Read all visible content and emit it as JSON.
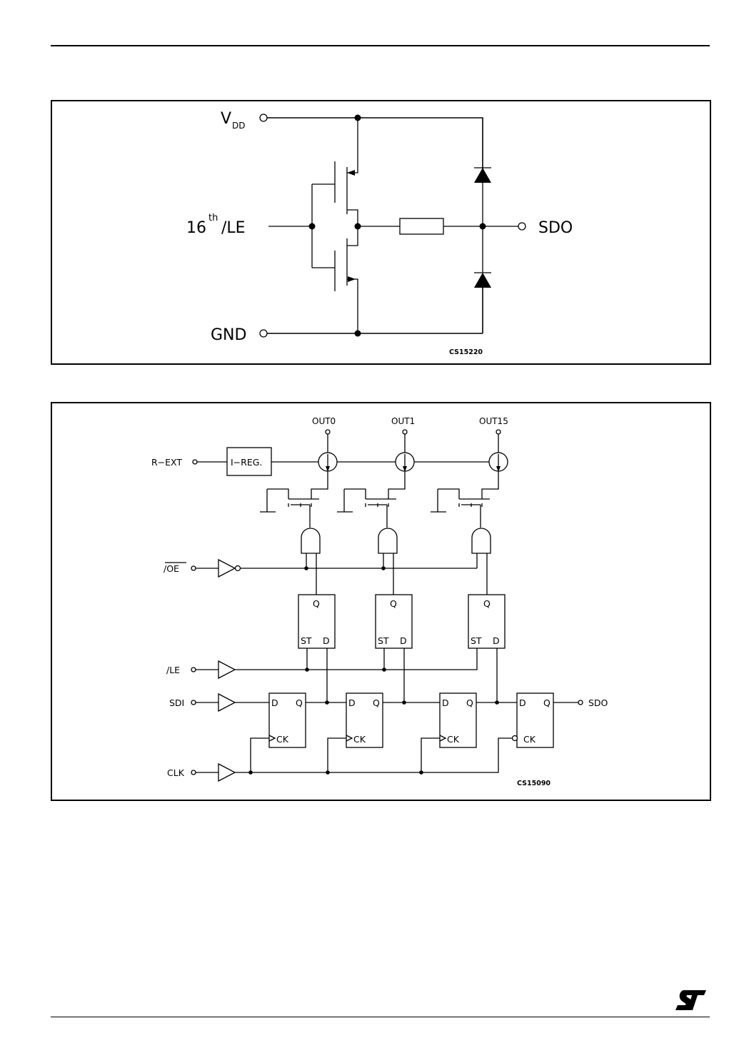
{
  "figure1": {
    "vdd_label": "V",
    "vdd_sub": "DD",
    "input_main": "16",
    "input_sup": "th",
    "input_tail": "/LE",
    "output_label": "SDO",
    "gnd_label": "GND",
    "code": "CS15220"
  },
  "figure2": {
    "outputs": [
      "OUT0",
      "OUT1",
      "OUT15"
    ],
    "rext_label": "R−EXT",
    "ireg_label": "I−REG.",
    "oe_label": "/OE",
    "le_label": "/LE",
    "sdi_label": "SDI",
    "clk_label": "CLK",
    "sdo_label": "SDO",
    "latch": {
      "q": "Q",
      "st": "ST",
      "d": "D"
    },
    "flipflop": {
      "d": "D",
      "q": "Q",
      "ck": "CK"
    },
    "code": "CS15090"
  },
  "brand": {
    "logo": "ST",
    "logo_icon": "st-logo-icon"
  }
}
